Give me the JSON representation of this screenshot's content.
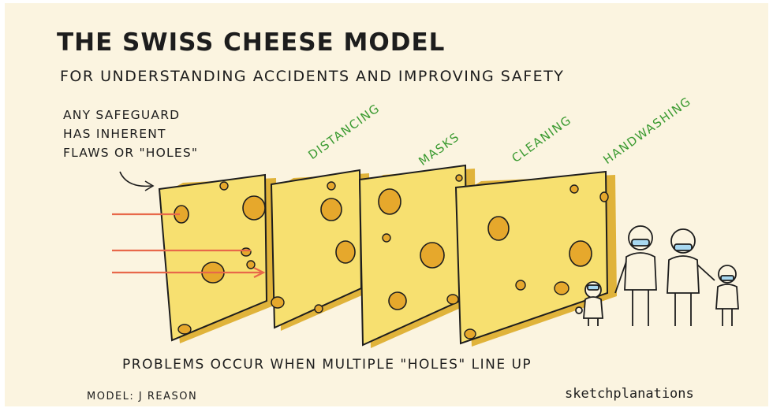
{
  "title": "THE SWISS CHEESE MODEL",
  "subtitle": "FOR UNDERSTANDING ACCIDENTS AND IMPROVING SAFETY",
  "note_lines": [
    "ANY SAFEGUARD",
    "HAS INHERENT",
    "FLAWS OR \"HOLES\""
  ],
  "layers": [
    {
      "label": "DISTANCING"
    },
    {
      "label": "MASKS"
    },
    {
      "label": "CLEANING"
    },
    {
      "label": "HANDWASHING"
    }
  ],
  "bottom_caption": "PROBLEMS OCCUR WHEN MULTIPLE \"HOLES\" LINE UP",
  "credit": "MODEL: J REASON",
  "brand": "sketchplanations",
  "colors": {
    "cheese": "#f7e070",
    "cheese_edge": "#e0b33a",
    "arrow": "#e8684a",
    "label_green": "#3a9a30",
    "mask": "#a8d8f0"
  }
}
